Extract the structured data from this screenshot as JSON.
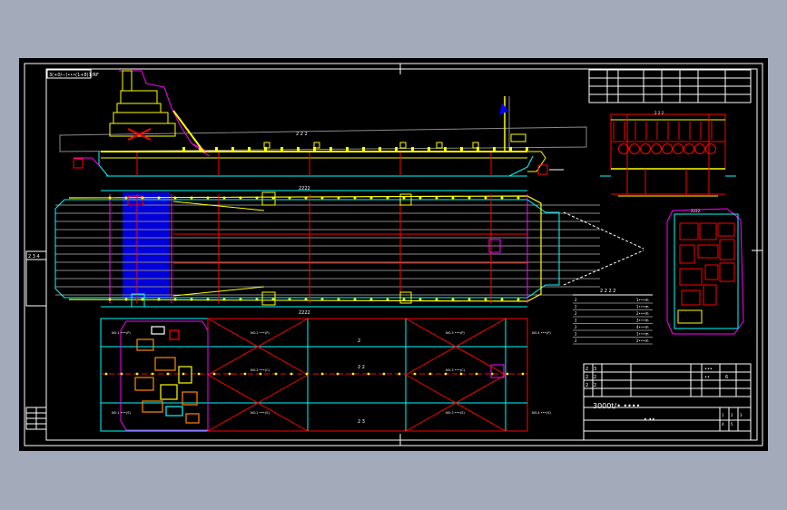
{
  "viewport": {
    "background": "#a3aab9",
    "sheet_background": "#000000"
  },
  "colors": {
    "frame": "#ffffff",
    "hull": "#ffff00",
    "structure": "#ff0000",
    "grid": "#00ffff",
    "outline": "#ff00ff",
    "fill": "#0000ff",
    "machinery": "#ff8800",
    "text": "#ffffff",
    "mid": "#888888"
  },
  "drawing": {
    "header_tag": "3(+0/−)•••(1+8)1/RF",
    "left_strip_label": "2 3 4",
    "deck_note": "2 2 2",
    "hull_label": "2222",
    "centerline_label": "2 2",
    "compartment_tags": [
      "NO.2 •••(P)",
      "NO.3 •••(P)",
      "NO.4 •••(P)",
      "NO.1 •••(P)",
      "NO.2 •••(C)",
      "NO.3 •••(C)",
      "NO.1 •••(S)",
      "NO.2 •••(S)",
      "NO.3 •••(S)",
      "NO.4 •••(S)"
    ],
    "lower_row_labels": [
      "2",
      "2 3"
    ],
    "particulars_heading": "2 2 2 2",
    "particulars": [
      {
        "label": "2",
        "value": "1•••m"
      },
      {
        "label": "2",
        "value": "1•••m"
      },
      {
        "label": "2",
        "value": "2•••m"
      },
      {
        "label": "2",
        "value": "3•••m"
      },
      {
        "label": "2",
        "value": "4•••m"
      },
      {
        "label": "2",
        "value": "1•••m"
      },
      {
        "label": "2",
        "value": "2•••m"
      }
    ],
    "crosssection_label": "2 2 2",
    "plan_label": "2222"
  },
  "title_block": {
    "rows": [
      {
        "c1": "2",
        "c2": "3",
        "c3": "",
        "c4": "•••",
        "c5": ""
      },
      {
        "c1": "2",
        "c2": "2",
        "c3": "",
        "c4": "••",
        "c5": "6"
      },
      {
        "c1": "2",
        "c2": "2",
        "c3": "",
        "c4": "",
        "c5": ""
      }
    ],
    "vessel_name": "3000t/• ••••",
    "drawing_name": "• ••",
    "right_cells": [
      "1",
      "2",
      "3",
      "4",
      "5"
    ]
  },
  "revision_block": {
    "rows": 4,
    "cols": 8
  }
}
